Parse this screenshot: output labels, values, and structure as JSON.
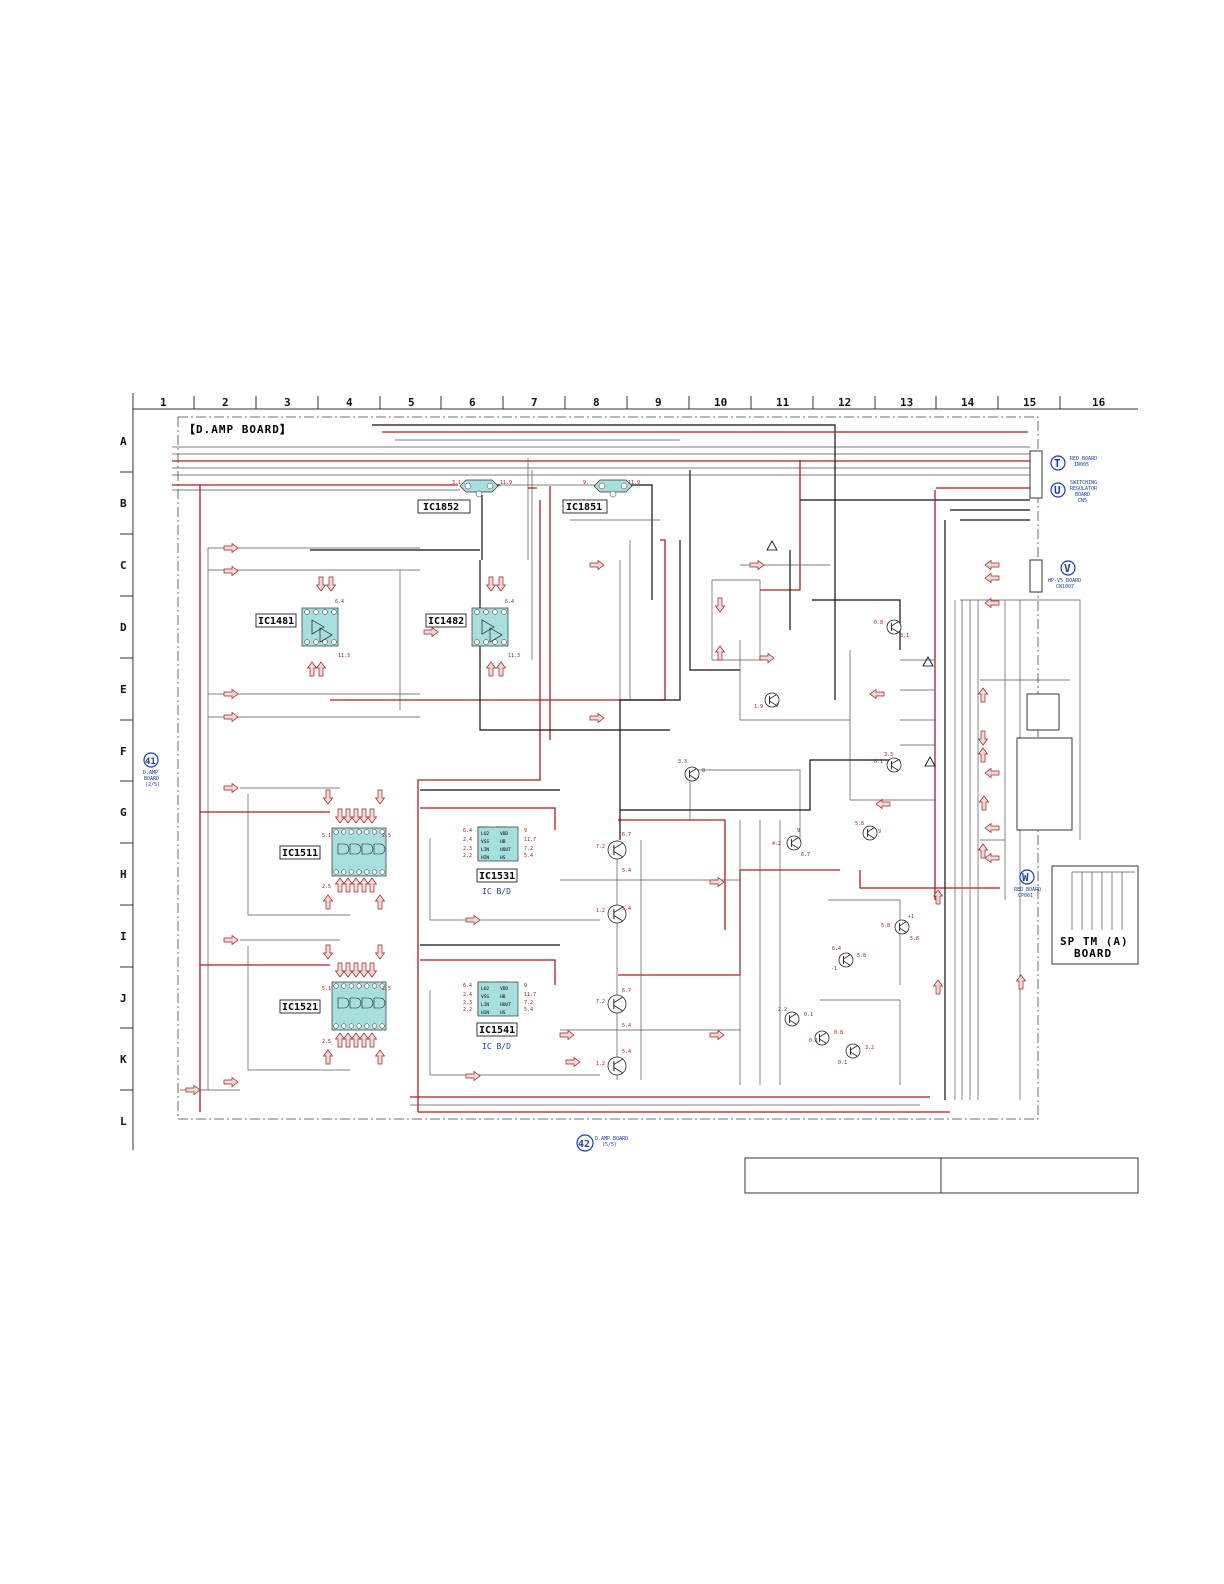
{
  "grid": {
    "columns": [
      "1",
      "2",
      "3",
      "4",
      "5",
      "6",
      "7",
      "8",
      "9",
      "10",
      "11",
      "12",
      "13",
      "14",
      "15",
      "16"
    ],
    "rows": [
      "A",
      "B",
      "C",
      "D",
      "E",
      "F",
      "G",
      "H",
      "I",
      "J",
      "K",
      "L"
    ]
  },
  "board_title": "【D.AMP BOARD】",
  "ics": [
    {
      "id": "IC1852"
    },
    {
      "id": "IC1851"
    },
    {
      "id": "IC1481"
    },
    {
      "id": "IC1482"
    },
    {
      "id": "IC1511"
    },
    {
      "id": "IC1521"
    },
    {
      "id": "IC1531",
      "sub": "IC B/D"
    },
    {
      "id": "IC1541",
      "sub": "IC B/D"
    }
  ],
  "connectors": {
    "T": {
      "letter": "T",
      "line1": "RED BOARD",
      "line2": "IN005"
    },
    "U": {
      "letter": "U",
      "line1": "SWITCHING",
      "line2": "REGULATOR",
      "line3": "BOARD",
      "line4": "CN5"
    },
    "V": {
      "letter": "V",
      "line1": "HP-V5 BOARD",
      "line2": "CN1007"
    },
    "W": {
      "letter": "W",
      "line1": "RED BOARD",
      "line2": "CP001"
    },
    "n41": {
      "number": "41",
      "line1": "D.AMP",
      "line2": "BOARD",
      "line3": "(2/5)"
    },
    "n42": {
      "number": "42",
      "line1": "D.AMP BOARD",
      "line2": "(5/5)"
    }
  },
  "sp_board": {
    "line1": "SP TM (A)",
    "line2": "BOARD"
  },
  "driver_pins": {
    "left": [
      "LO2",
      "VSS",
      "LIN",
      "HIN"
    ],
    "right": [
      "VDD",
      "HB",
      "HOUT",
      "HS"
    ]
  },
  "voltages": {
    "ic1852_in": "3.1",
    "ic1852_out": "11.9",
    "ic1851_in": "9.",
    "ic1851_out": "11.9",
    "ic1481_a": "6.4",
    "ic1481_b": "11.3",
    "ic1482_a": "6.4",
    "ic1482_b": "11.3",
    "ic1511_a": "5.1",
    "ic1511_b": "2.5",
    "ic1511_c": "2.5",
    "ic1521_a": "5.1",
    "ic1521_b": "2.5",
    "ic1521_c": "2.5",
    "ic1531_l1": "6.4",
    "ic1531_l2": "2.4",
    "ic1531_l3": "2.3",
    "ic1531_l4": "2.2",
    "ic1531_r1": "9",
    "ic1531_r2": "11.7",
    "ic1531_r3": "7.2",
    "ic1531_r4": "5.4",
    "ic1541_l1": "6.4",
    "ic1541_l2": "2.4",
    "ic1541_l3": "2.3",
    "ic1541_l4": "2.2",
    "ic1541_r1": "9",
    "ic1541_r2": "11.7",
    "ic1541_r3": "7.2",
    "ic1541_r4": "5.4",
    "q1_a": "6.7",
    "q1_b": "7.2",
    "q1_c": "5.4",
    "q2_a": "5.4",
    "q2_b": "1.2",
    "q3_a": "6.7",
    "q3_b": "7.2",
    "q3_c": "5.4",
    "q4_a": "5.4",
    "q4_b": "1.2",
    "q5_a": "3.3",
    "q5_b": "8",
    "q6_a": "4.2",
    "q6_b": "6.7",
    "q6_c": "9",
    "q7_a": "0.8",
    "q7_b": "3.1",
    "q8_a": "0.1",
    "q8_b": "3.3",
    "q9_a": "5.8",
    "q9_b": "9",
    "q10_a": "5.8",
    "q10_b": "+1",
    "q10_c": "5.8",
    "q11_a": "6.4",
    "q11_b": "5.8",
    "q11_c": "-1",
    "q12_a": "2.2",
    "q12_b": "0.1",
    "q13_a": "0.8",
    "q13_b": "0.1",
    "q14_a": "3.2",
    "q14_b": "0.1",
    "q15_a": "2",
    "q15_b": "1.9"
  }
}
